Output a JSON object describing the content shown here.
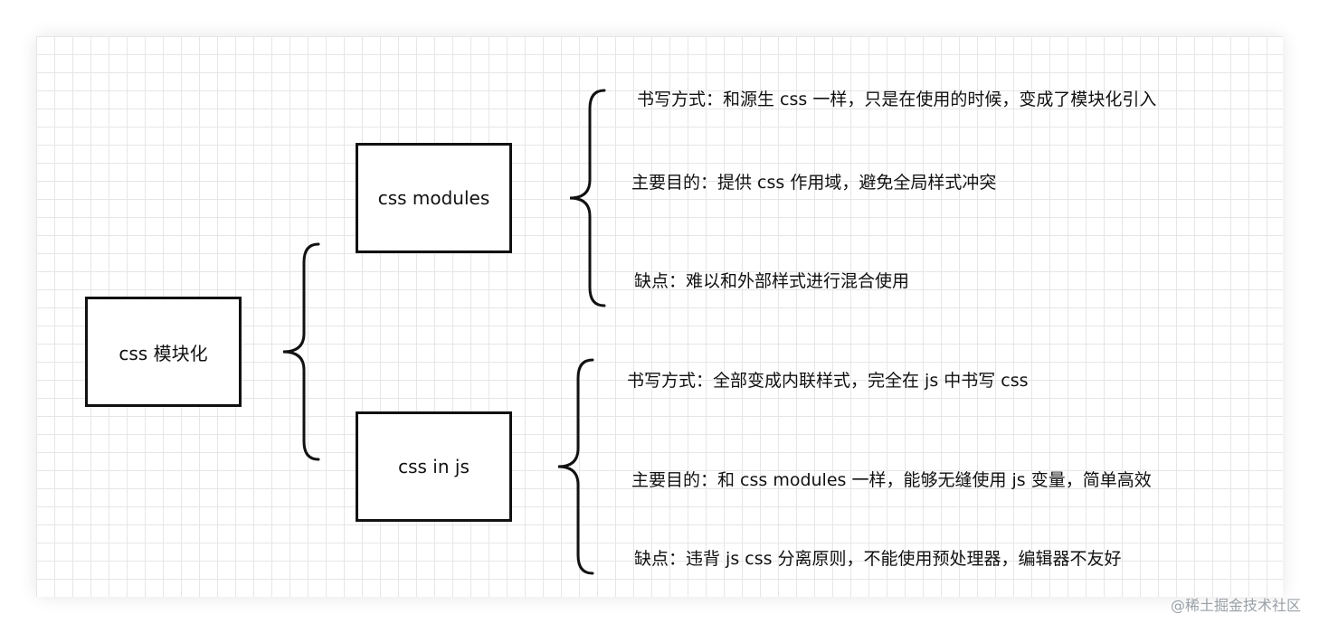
{
  "nodes": {
    "root": "css 模块化",
    "css_modules": "css modules",
    "css_in_js": "css in js"
  },
  "css_modules_notes": {
    "writing": "书写方式：和源生 css 一样，只是在使用的时候，变成了模块化引入",
    "purpose": "主要目的：提供 css 作用域，避免全局样式冲突",
    "drawback": "缺点：难以和外部样式进行混合使用"
  },
  "css_in_js_notes": {
    "writing": "书写方式：全部变成内联样式，完全在 js 中书写 css",
    "purpose": "主要目的：和 css modules 一样，能够无缝使用 js 变量，简单高效",
    "drawback": "缺点：违背 js css 分离原则，不能使用预处理器，编辑器不友好"
  },
  "watermark": "@稀土掘金技术社区"
}
